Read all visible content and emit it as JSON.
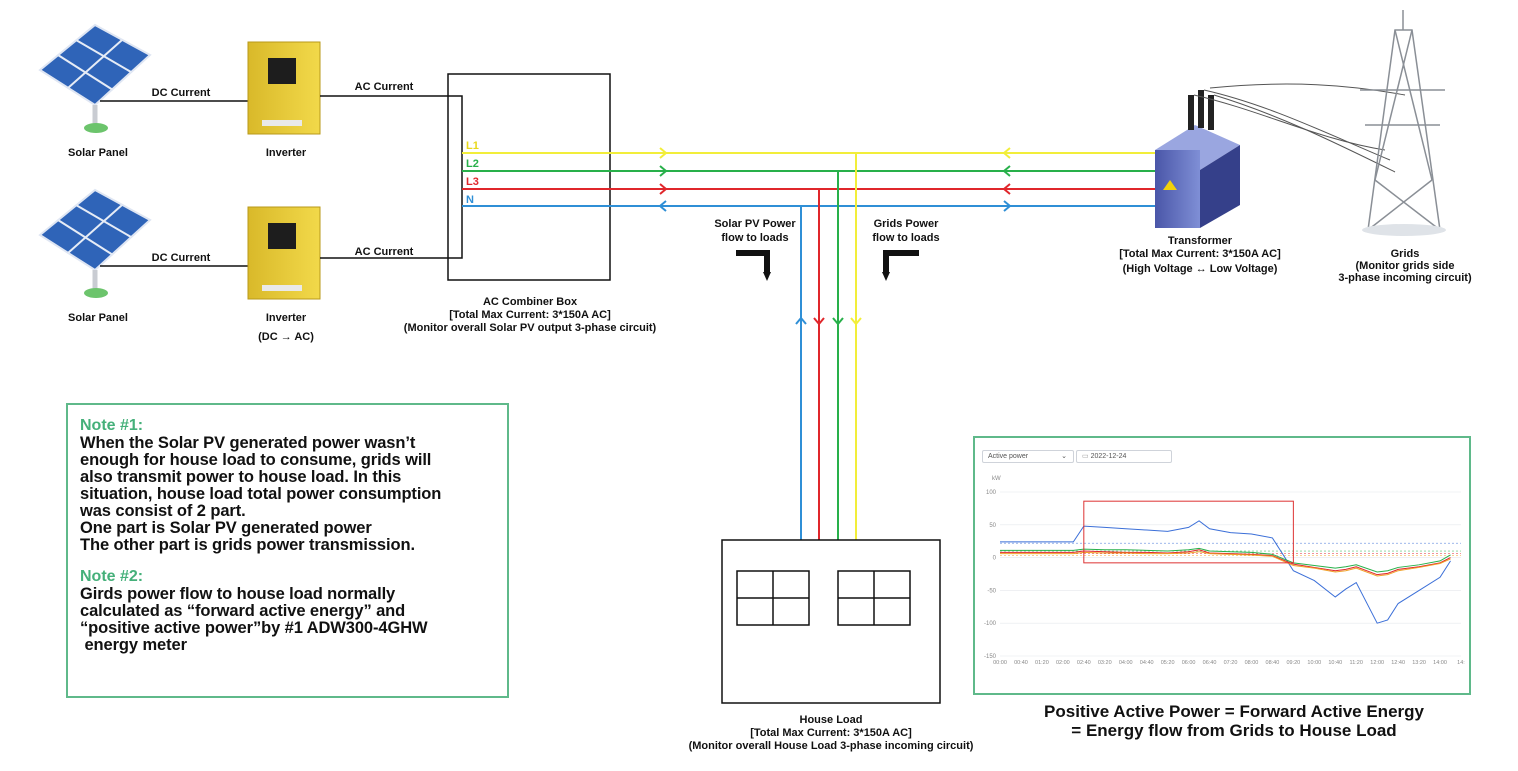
{
  "components": {
    "solar_panel_top": "Solar Panel",
    "solar_panel_bottom": "Solar Panel",
    "inverter_top": "Inverter",
    "inverter_bottom": "Inverter",
    "inverter_bottom_sub": "(DC → AC)",
    "dc_current_top": "DC Current",
    "dc_current_bottom": "DC Current",
    "ac_current_top": "AC Current",
    "ac_current_bottom": "AC Current"
  },
  "combiner": {
    "title": "AC Combiner Box",
    "line1": "[Total Max Current: 3*150A AC]",
    "line2": "(Monitor overall Solar PV output 3-phase circuit)"
  },
  "phases": {
    "l1": "L1",
    "l2": "L2",
    "l3": "L3",
    "n": "N"
  },
  "colors": {
    "l1": "#f2ee3a",
    "l2": "#28b04a",
    "l3": "#e0262b",
    "n": "#2f8fd6",
    "accent": "#5fb98a"
  },
  "flows": {
    "solar_line1": "Solar PV Power",
    "solar_line2": "flow to loads",
    "grid_line1": "Grids Power",
    "grid_line2": "flow to loads"
  },
  "transformer": {
    "title": "Transformer",
    "line1": "[Total Max Current: 3*150A AC]",
    "line2": "(High Voltage ↔ Low Voltage)"
  },
  "grids": {
    "title": "Grids",
    "line1": "(Monitor grids side",
    "line2": "3-phase incoming circuit)"
  },
  "house": {
    "title": "House Load",
    "line1": "[Total Max Current: 3*150A AC]",
    "line2": "(Monitor overall House Load 3-phase incoming circuit)"
  },
  "notes": {
    "note1_title": "Note #1:",
    "note1_lines": [
      "When the Solar PV generated power wasn’t",
      "enough for house load to consume, grids will",
      "also transmit power to house load. In this",
      "situation, house load total power consumption",
      "was consist of 2 part.",
      "One part is Solar PV generated power",
      "The other part is grids power transmission."
    ],
    "note2_title": "Note #2:",
    "note2_lines": [
      "Girds power flow to house load normally",
      "calculated as “forward active energy” and",
      "“positive active power”by #1 ADW300-4GHW",
      " energy meter"
    ]
  },
  "chart_panel": {
    "metric_select": "Active power",
    "date_value": "2022-12-24",
    "unit": "kW"
  },
  "chart_data": {
    "type": "line",
    "ylabel": "kW",
    "ylim": [
      -150,
      100
    ],
    "yticks": [
      "100",
      "50",
      "0",
      "-50",
      "-100",
      "-150"
    ],
    "xticks": [
      "00:00",
      "00:40",
      "01:20",
      "02:00",
      "02:40",
      "03:20",
      "04:00",
      "04:40",
      "05:20",
      "06:00",
      "06:40",
      "07:20",
      "08:00",
      "08:40",
      "09:20",
      "10:00",
      "10:40",
      "11:20",
      "12:00",
      "12:40",
      "13:20",
      "14:00",
      "14:"
    ],
    "x": [
      "00:00",
      "02:20",
      "02:40",
      "03:20",
      "04:00",
      "04:40",
      "05:20",
      "06:00",
      "06:20",
      "06:40",
      "07:20",
      "08:00",
      "08:40",
      "09:20",
      "10:00",
      "10:40",
      "11:00",
      "11:20",
      "12:00",
      "12:20",
      "12:40",
      "13:20",
      "14:00",
      "14:20"
    ],
    "series": [
      {
        "color": "#3b6fd8",
        "values": [
          24,
          24,
          48,
          46,
          44,
          42,
          40,
          46,
          56,
          44,
          38,
          36,
          30,
          -20,
          -35,
          -60,
          -48,
          -38,
          -100,
          -95,
          -70,
          -50,
          -30,
          -5
        ]
      },
      {
        "color": "#e0262b",
        "values": [
          8,
          8,
          10,
          9,
          8,
          8,
          7,
          9,
          12,
          7,
          6,
          5,
          3,
          -10,
          -15,
          -20,
          -18,
          -14,
          -26,
          -24,
          -18,
          -14,
          -8,
          0
        ]
      },
      {
        "color": "#28b04a",
        "values": [
          11,
          11,
          13,
          12,
          12,
          11,
          10,
          12,
          14,
          10,
          9,
          8,
          5,
          -8,
          -12,
          -16,
          -14,
          -11,
          -22,
          -20,
          -15,
          -11,
          -5,
          4
        ]
      },
      {
        "color": "#f0a22a",
        "values": [
          6,
          6,
          8,
          7,
          7,
          6,
          6,
          7,
          9,
          6,
          5,
          4,
          2,
          -12,
          -16,
          -22,
          -20,
          -16,
          -28,
          -26,
          -20,
          -15,
          -9,
          -2
        ]
      }
    ],
    "highlight_box": {
      "x_from": "02:40",
      "x_to": "09:20",
      "y_from": -8,
      "y_to": 86
    }
  },
  "formula": {
    "line1": "Positive Active Power = Forward Active Energy",
    "line2": "= Energy flow from Grids to House Load"
  }
}
